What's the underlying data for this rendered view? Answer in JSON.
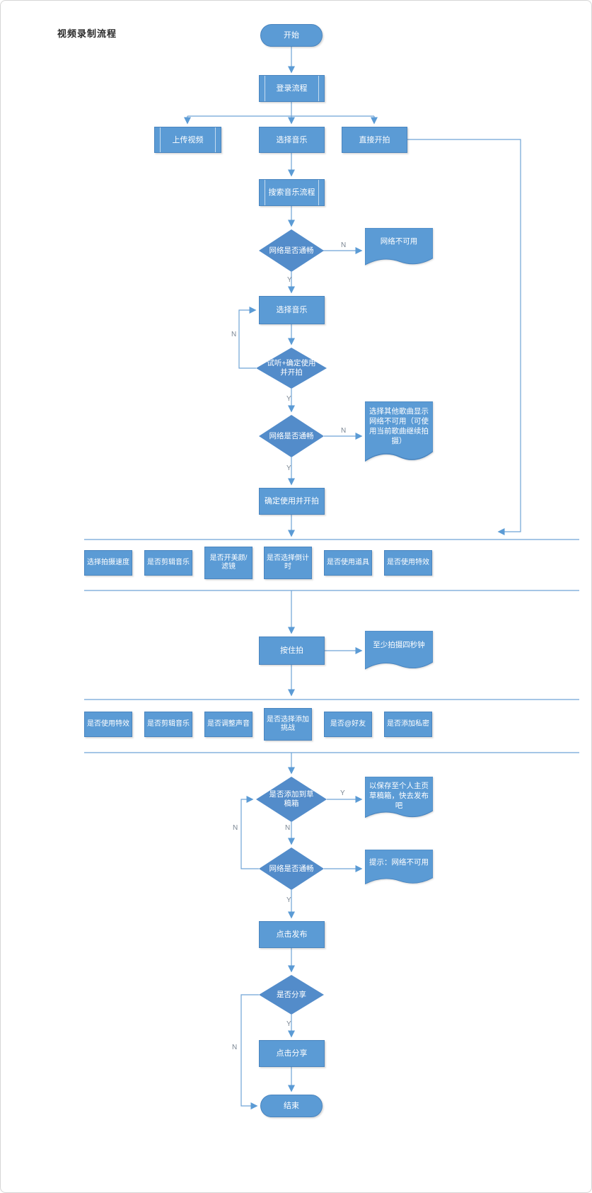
{
  "diagram": {
    "title": "视频录制流程",
    "accent_color": "#5B9BD5",
    "line_color": "#6fa3d6",
    "nodes": {
      "start": "开始",
      "login_flow": "登录流程",
      "upload_video": "上传视频",
      "choose_music": "选择音乐",
      "direct_shoot": "直接开拍",
      "search_music_flow": "搜索音乐流程",
      "net_check_1": "网络是否通畅",
      "doc_net_unavailable": "网络不可用",
      "choose_music_2": "选择音乐",
      "listen_confirm": "试听+确定使用并开拍",
      "net_check_2": "网络是否通畅",
      "doc_other_song": "选择其他歌曲显示网络不可用（可使用当前歌曲继续拍摄）",
      "confirm_shoot": "确定使用并开拍",
      "press_record": "按住拍",
      "doc_min_duration": "至少拍摄四秒钟",
      "draft_question": "是否添加到草稿箱",
      "doc_draft_saved": "以保存至个人主页草稿箱，快去发布吧",
      "net_check_3": "网络是否通畅",
      "doc_hint_net": "提示：网络不可用",
      "publish": "点击发布",
      "share_question": "是否分享",
      "click_share": "点击分享",
      "end": "结束"
    },
    "row1": [
      "选择拍摄速度",
      "是否剪辑音乐",
      "是否开美颜/滤镜",
      "是否选择倒计时",
      "是否使用道具",
      "是否使用特效"
    ],
    "row2": [
      "是否使用特效",
      "是否剪辑音乐",
      "是否调整声音",
      "是否选择添加挑战",
      "是否@好友",
      "是否添加私密"
    ],
    "edge_labels": {
      "yes": "Y",
      "no": "N"
    }
  }
}
